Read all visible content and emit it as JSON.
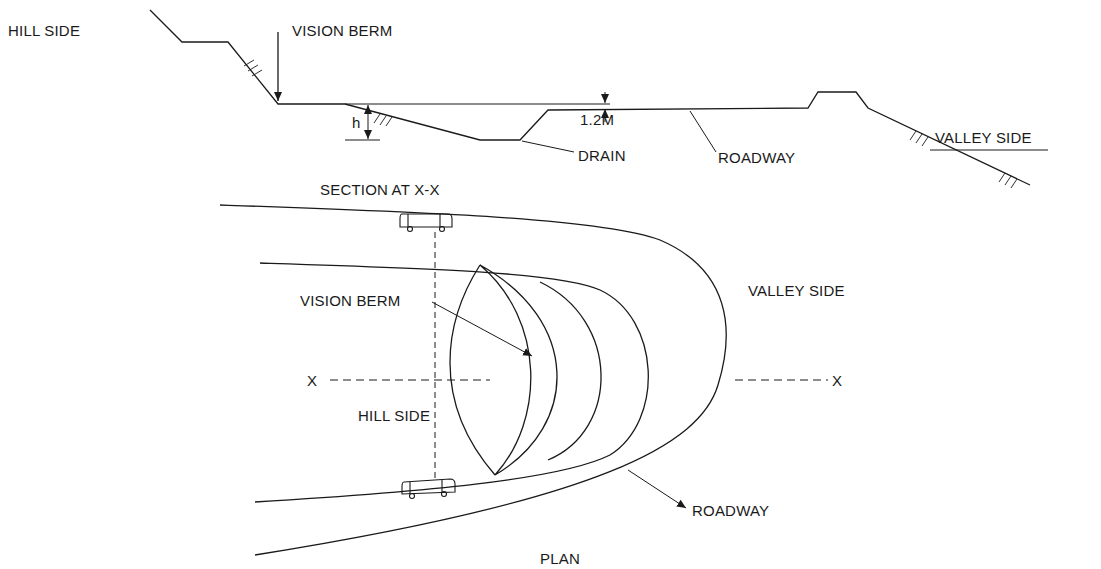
{
  "diagram": {
    "labels": [
      "HILL SIDE",
      "VISION BERM",
      "h",
      "1.2M",
      "DRAIN",
      "ROADWAY",
      "VALLEY SIDE",
      "SECTION AT X-X",
      "VISION BERM",
      "X",
      "X",
      "HILL SIDE",
      "VALLEY SIDE",
      "ROADWAY",
      "PLAN"
    ]
  }
}
